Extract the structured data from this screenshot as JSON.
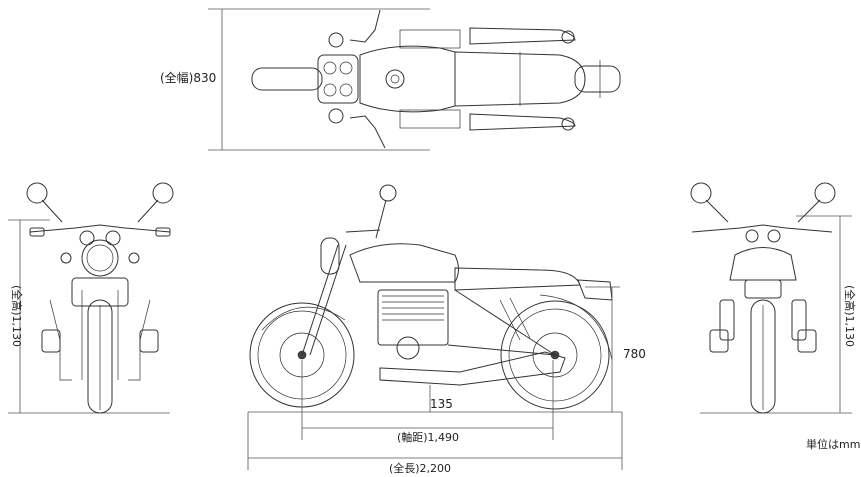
{
  "dimensions": {
    "width_label": "(全幅)830",
    "height_label_left": "(全高)1,130",
    "height_label_right": "(全高)1,130",
    "seat_height": "780",
    "ground_clearance": "135",
    "wheelbase": "(軸距)1,490",
    "length": "(全長)2,200"
  },
  "unit_note": "単位はmm"
}
